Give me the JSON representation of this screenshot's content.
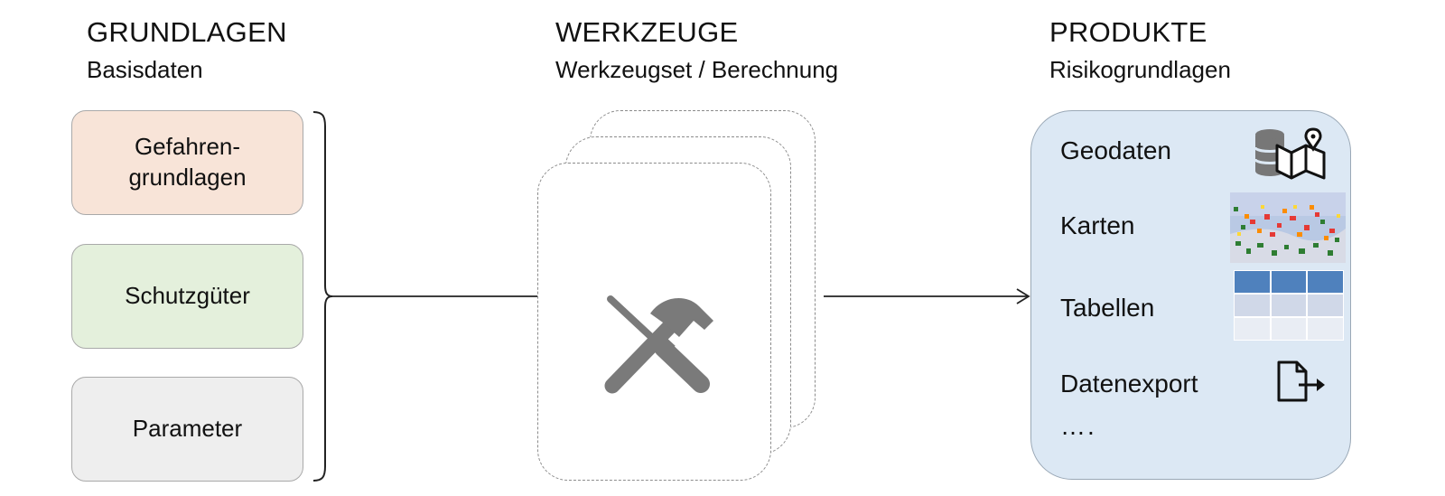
{
  "columns": {
    "grundlagen": {
      "title": "GRUNDLAGEN",
      "subtitle": "Basisdaten"
    },
    "werkzeuge": {
      "title": "WERKZEUGE",
      "subtitle": "Werkzeugset / Berechnung"
    },
    "produkte": {
      "title": "PRODUKTE",
      "subtitle": "Risikogrundlagen"
    }
  },
  "inputs": [
    {
      "label_line1": "Gefahren-",
      "label_line2": "grundlagen",
      "fill": "#f8e4d8"
    },
    {
      "label": "Schutzgüter",
      "fill": "#e4f0dc"
    },
    {
      "label": "Parameter",
      "fill": "#eeeeee"
    }
  ],
  "tools": {
    "icon": "hammer-screwdriver-icon"
  },
  "products": {
    "items": [
      {
        "label": "Geodaten",
        "icon": "database-map-icon"
      },
      {
        "label": "Karten",
        "icon": "map-thumbnail"
      },
      {
        "label": "Tabellen",
        "icon": "table-icon"
      },
      {
        "label": "Datenexport",
        "icon": "file-export-icon"
      }
    ],
    "more": "…."
  },
  "colors": {
    "panel": "#dce8f4",
    "table_header": "#4f81bd",
    "table_row": "#d0d8e8",
    "table_row_alt": "#e9edf4",
    "icon_gray": "#7a7a7a"
  }
}
